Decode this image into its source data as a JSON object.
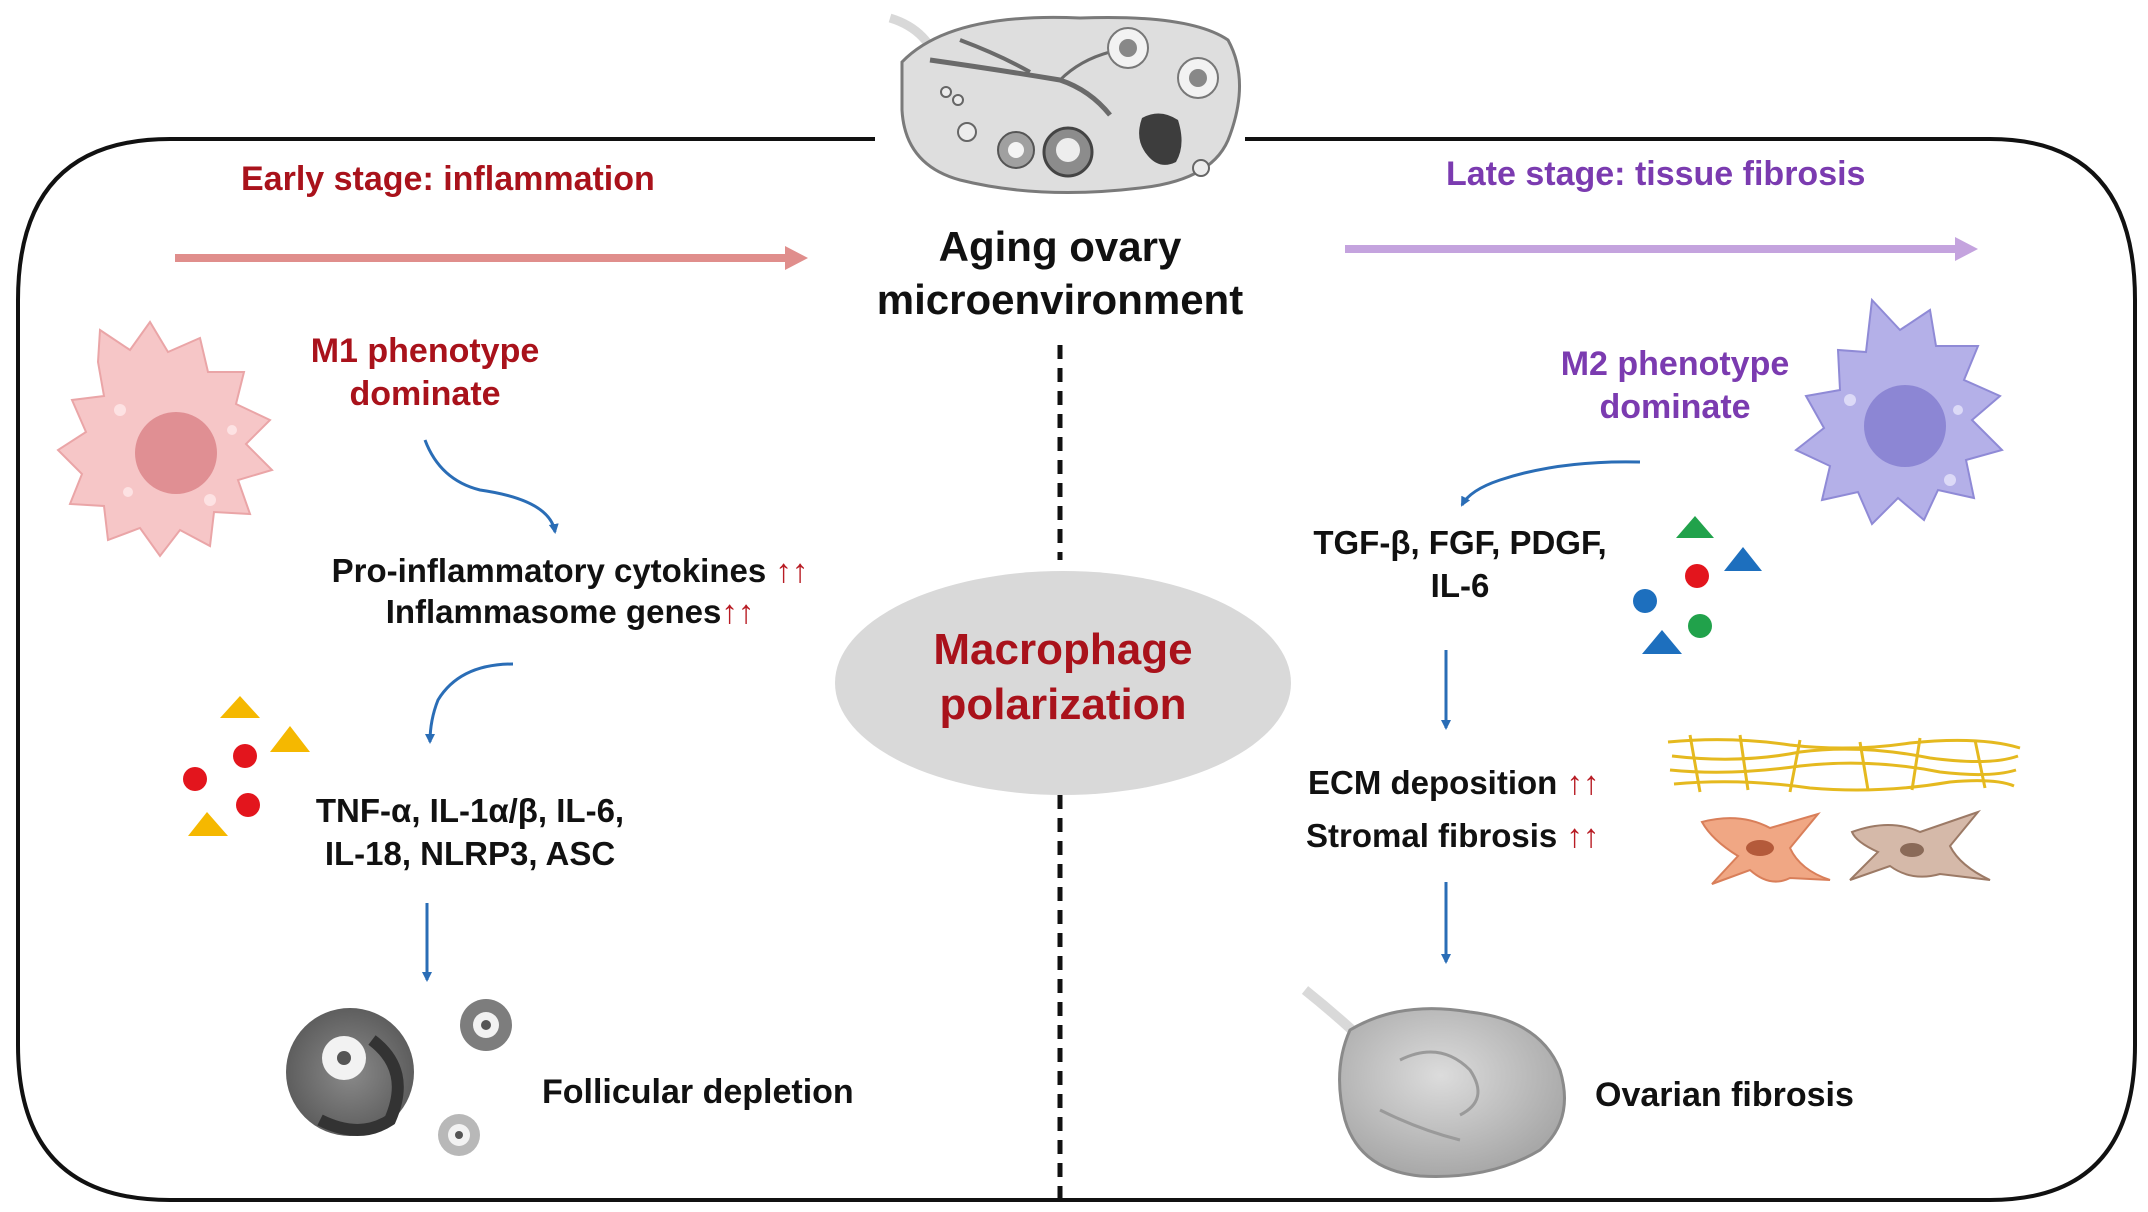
{
  "center": {
    "title_line1": "Aging ovary",
    "title_line2": "microenvironment",
    "polarization_line1": "Macrophage",
    "polarization_line2": "polarization"
  },
  "left": {
    "stage_label": "Early stage: inflammation",
    "phenotype_line1": "M1 phenotype",
    "phenotype_line2": "dominate",
    "cytokines_line1": "Pro-inflammatory cytokines",
    "cytokines_line1_arrows": "↑↑",
    "cytokines_line2": "Inflammasome genes",
    "cytokines_line2_arrows": "↑↑",
    "markers_line1": "TNF-α, IL-1α/β, IL-6,",
    "markers_line2": "IL-18, NLRP3, ASC",
    "outcome": "Follicular depletion"
  },
  "right": {
    "stage_label": "Late stage: tissue fibrosis",
    "phenotype_line1": "M2 phenotype",
    "phenotype_line2": "dominate",
    "factors_line1": "TGF-β, FGF, PDGF,",
    "factors_line2": "IL-6",
    "ecm_label": "ECM deposition",
    "ecm_arrows": "↑↑",
    "stromal_label": "Stromal fibrosis",
    "stromal_arrows": "↑↑",
    "outcome": "Ovarian fibrosis"
  },
  "colors": {
    "early_arrow": "#e08e8c",
    "late_arrow": "#c4a3de",
    "flow_arrow": "#2a6db6",
    "m1_cell": "#f6c6c7",
    "m2_cell": "#b4b0e8",
    "red_text": "#a9121b",
    "purple_text": "#7b3bb0",
    "ellipse": "#d9d9d9"
  },
  "icons": [
    "ovary-icon",
    "m1-macrophage-icon",
    "m2-macrophage-icon",
    "follicle-icon",
    "fibroblast-icon",
    "fibrotic-ovary-icon",
    "fiber-mesh-icon"
  ]
}
